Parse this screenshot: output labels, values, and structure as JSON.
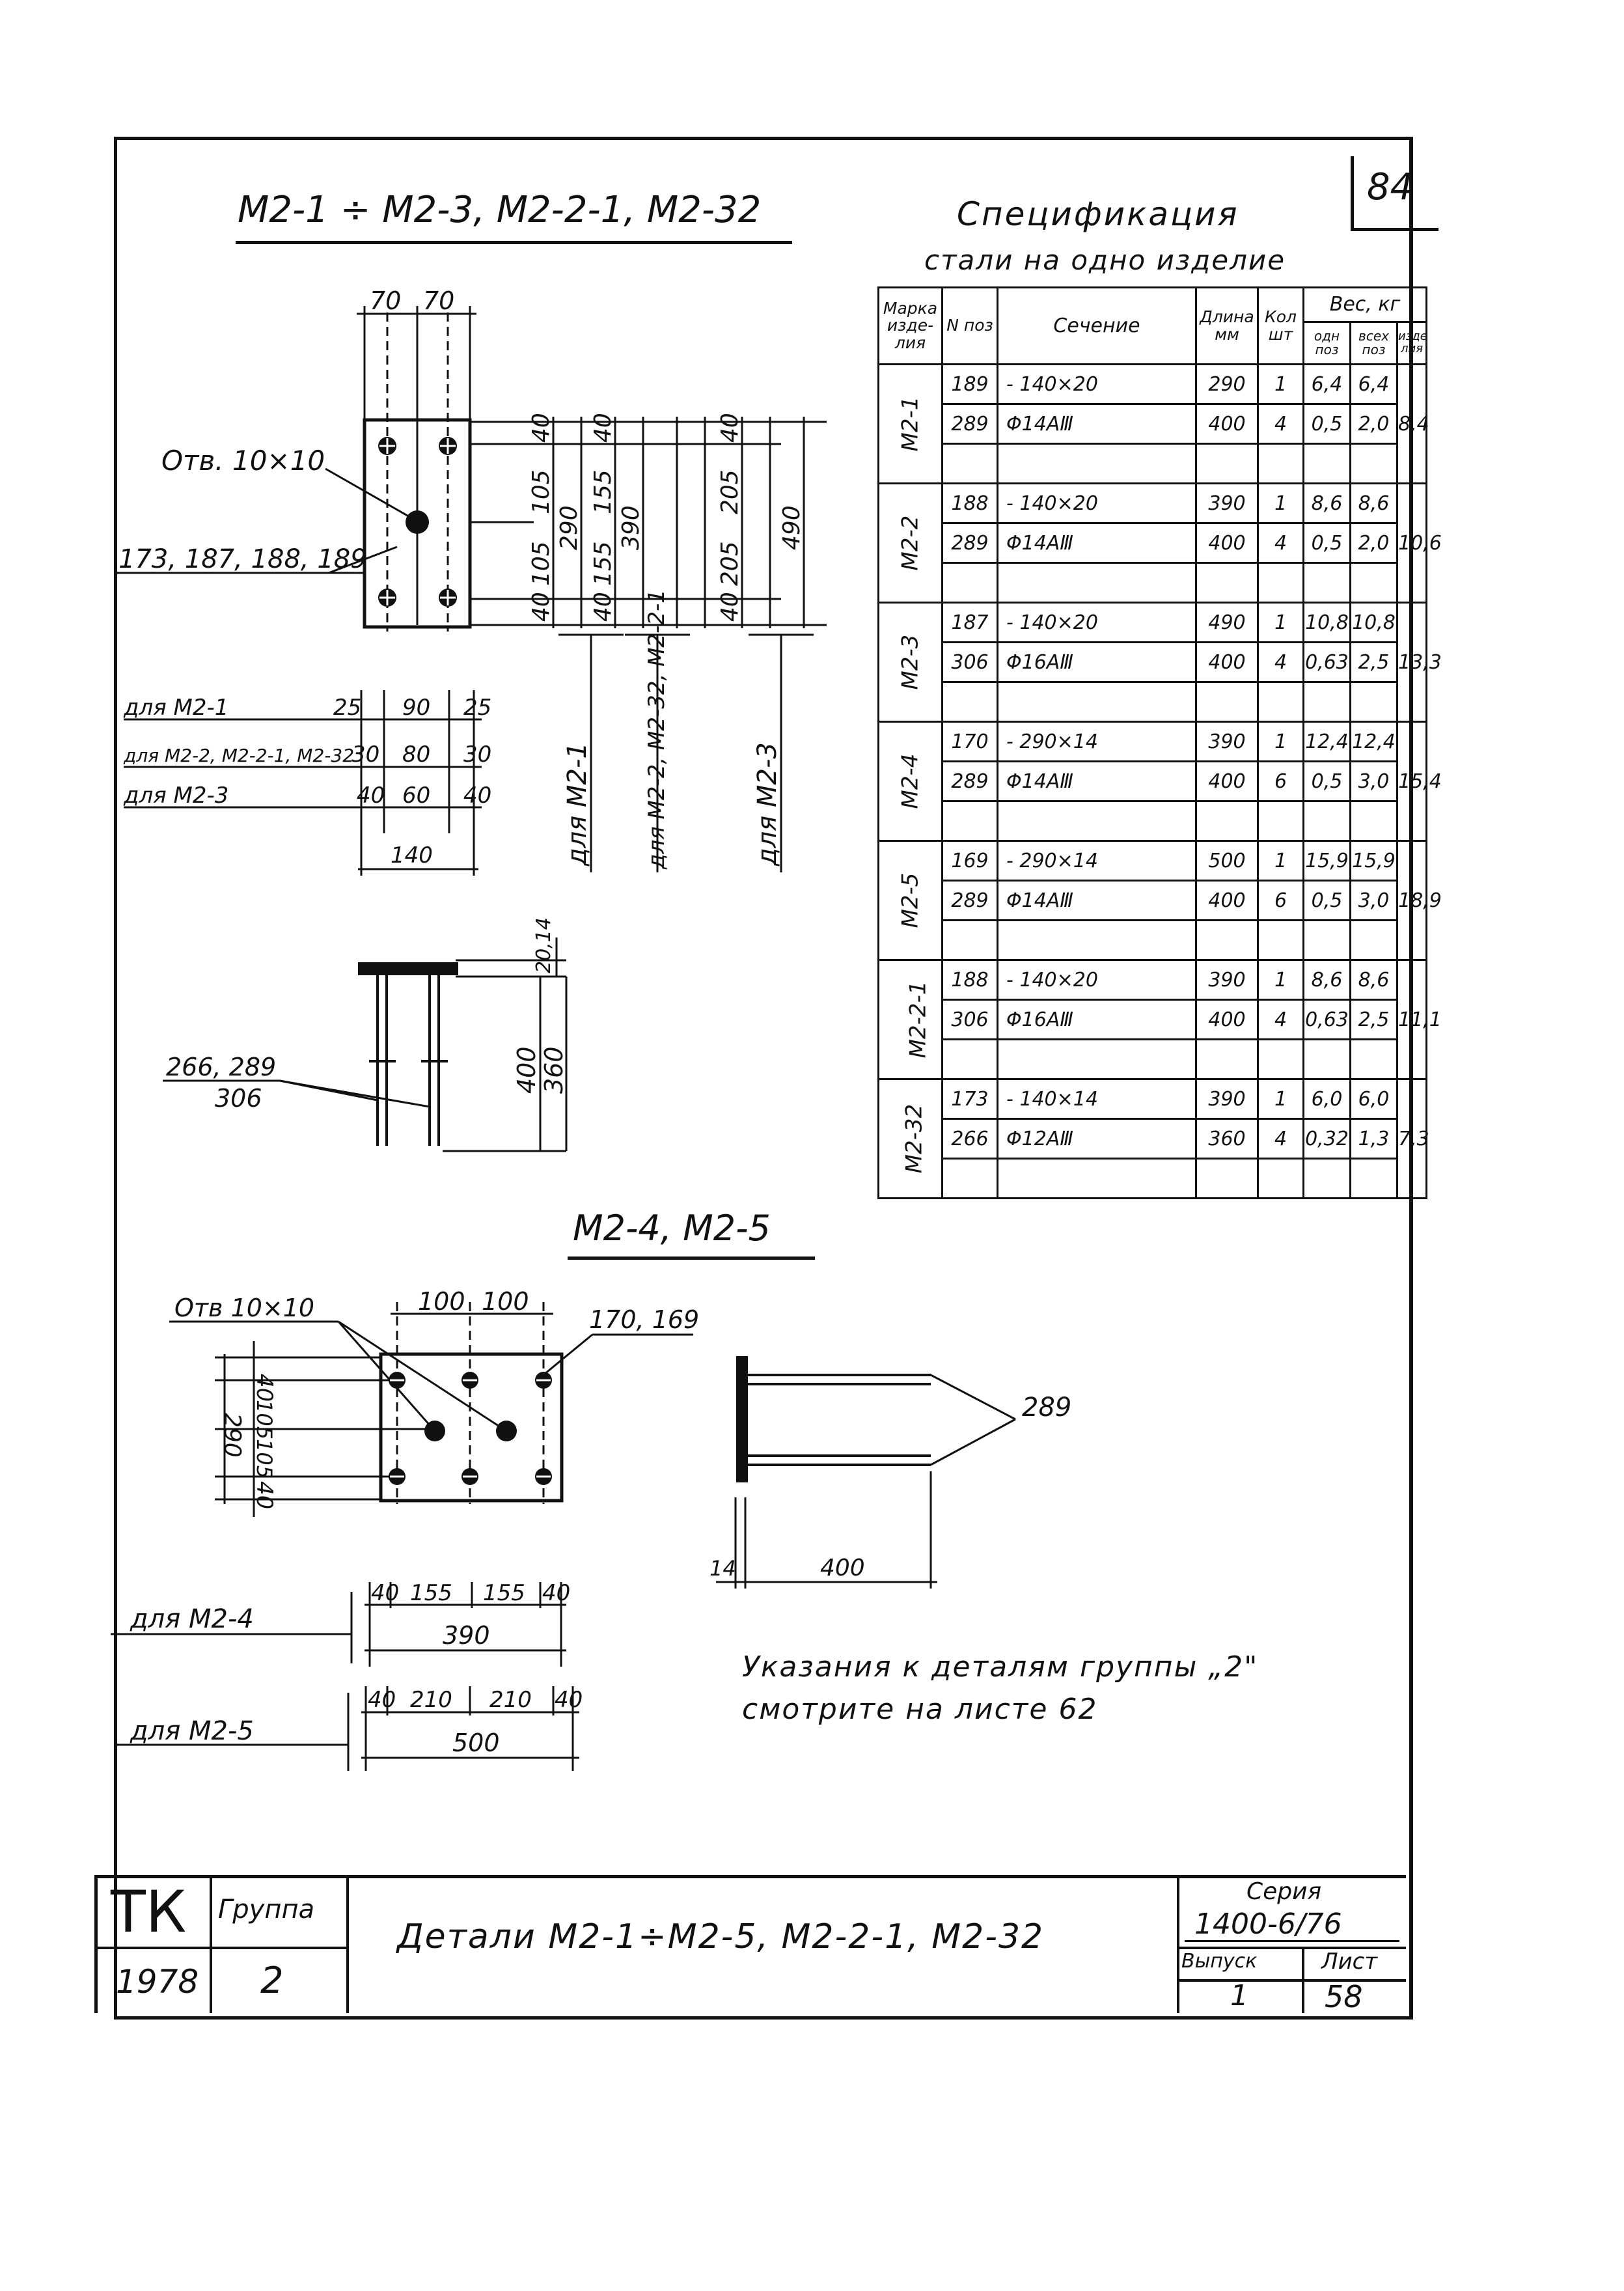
{
  "sheet_number_top": "84",
  "title_a": "M2-1 ÷ M2-3, M2-2-1, M2-32",
  "title_b": "M2-4, M2-5",
  "spec": {
    "title": "Спецификация",
    "subtitle": "стали на одно изделие",
    "headers": {
      "mark": "Марка изде-лия",
      "pos": "N поз",
      "section": "Сечение",
      "length": "Длина мм",
      "count": "Кол шт",
      "weight": "Вес, кг",
      "w_one": "одн поз",
      "w_all": "всех поз",
      "w_item": "изде лия"
    },
    "groups": [
      {
        "mark": "M2-1",
        "rows": [
          {
            "pos": "189",
            "section": "- 140×20",
            "length": "290",
            "count": "1",
            "w_one": "6,4",
            "w_all": "6,4"
          },
          {
            "pos": "289",
            "section": "Φ14AⅢ",
            "length": "400",
            "count": "4",
            "w_one": "0,5",
            "w_all": "2,0"
          }
        ],
        "w_item": "8,4"
      },
      {
        "mark": "M2-2",
        "rows": [
          {
            "pos": "188",
            "section": "- 140×20",
            "length": "390",
            "count": "1",
            "w_one": "8,6",
            "w_all": "8,6"
          },
          {
            "pos": "289",
            "section": "Φ14AⅢ",
            "length": "400",
            "count": "4",
            "w_one": "0,5",
            "w_all": "2,0"
          }
        ],
        "w_item": "10,6"
      },
      {
        "mark": "M2-3",
        "rows": [
          {
            "pos": "187",
            "section": "- 140×20",
            "length": "490",
            "count": "1",
            "w_one": "10,8",
            "w_all": "10,8"
          },
          {
            "pos": "306",
            "section": "Φ16AⅢ",
            "length": "400",
            "count": "4",
            "w_one": "0,63",
            "w_all": "2,5"
          }
        ],
        "w_item": "13,3"
      },
      {
        "mark": "M2-4",
        "rows": [
          {
            "pos": "170",
            "section": "- 290×14",
            "length": "390",
            "count": "1",
            "w_one": "12,4",
            "w_all": "12,4"
          },
          {
            "pos": "289",
            "section": "Φ14AⅢ",
            "length": "400",
            "count": "6",
            "w_one": "0,5",
            "w_all": "3,0"
          }
        ],
        "w_item": "15,4"
      },
      {
        "mark": "M2-5",
        "rows": [
          {
            "pos": "169",
            "section": "- 290×14",
            "length": "500",
            "count": "1",
            "w_one": "15,9",
            "w_all": "15,9"
          },
          {
            "pos": "289",
            "section": "Φ14AⅢ",
            "length": "400",
            "count": "6",
            "w_one": "0,5",
            "w_all": "3,0"
          }
        ],
        "w_item": "18,9"
      },
      {
        "mark": "M2-2-1",
        "rows": [
          {
            "pos": "188",
            "section": "- 140×20",
            "length": "390",
            "count": "1",
            "w_one": "8,6",
            "w_all": "8,6"
          },
          {
            "pos": "306",
            "section": "Φ16AⅢ",
            "length": "400",
            "count": "4",
            "w_one": "0,63",
            "w_all": "2,5"
          }
        ],
        "w_item": "11,1"
      },
      {
        "mark": "M2-32",
        "rows": [
          {
            "pos": "173",
            "section": "- 140×14",
            "length": "390",
            "count": "1",
            "w_one": "6,0",
            "w_all": "6,0"
          },
          {
            "pos": "266",
            "section": "Φ12AⅢ",
            "length": "360",
            "count": "4",
            "w_one": "0,32",
            "w_all": "1,3"
          }
        ],
        "w_item": "7,3"
      }
    ]
  },
  "drawing1": {
    "hole": "Отв. 10×10",
    "positions": "173, 187, 188, 189",
    "top_dims": [
      "70",
      "70"
    ],
    "v_dims": [
      "40",
      "105",
      "105",
      "40"
    ],
    "h290": "290",
    "v155": [
      "40",
      "155",
      "155",
      "40"
    ],
    "h390": "390",
    "v205": [
      "40",
      "205",
      "205",
      "40"
    ],
    "h490": "490",
    "for_m21": "для M2-1",
    "for_m22": "для M2-2, M2-32, M2-2-1",
    "for_m23": "для M2-3",
    "row_labels": [
      "для M2-1",
      "для M2-2, M2-2-1, M2-32",
      "для M2-3"
    ],
    "row_vals": [
      [
        "25",
        "90",
        "25"
      ],
      [
        "30",
        "80",
        "30"
      ],
      [
        "40",
        "60",
        "40"
      ]
    ],
    "w140": "140"
  },
  "drawing2": {
    "label_a": "266, 289",
    "label_b": "306",
    "dim_top": "20,14",
    "dim_400": "400",
    "dim_360": "360"
  },
  "drawing3": {
    "hole": "Отв 10×10",
    "top_dims": [
      "100",
      "100"
    ],
    "positions": "170, 169",
    "v_dims": [
      "40",
      "105",
      "105",
      "40"
    ],
    "h290": "290",
    "for_m24": "для M2-4",
    "m24_dims": [
      "40",
      "155",
      "155",
      "40"
    ],
    "m24_total": "390",
    "for_m25": "для M2-5",
    "m25_dims": [
      "40",
      "210",
      "210",
      "40"
    ],
    "m25_total": "500"
  },
  "drawing4": {
    "pos": "289",
    "dim_14": "14",
    "dim_400": "400"
  },
  "note_line1": "Указания к деталям группы „2\"",
  "note_line2": "смотрите на листе 62",
  "title_block": {
    "org": "ТК",
    "group_label": "Группа",
    "year": "1978",
    "group": "2",
    "title": "Детали M2-1÷M2-5, M2-2-1, M2-32",
    "series_label": "Серия",
    "series": "1400-6/76",
    "issue_label": "Выпуск",
    "issue": "1",
    "sheet_label": "Лист",
    "sheet": "58"
  }
}
